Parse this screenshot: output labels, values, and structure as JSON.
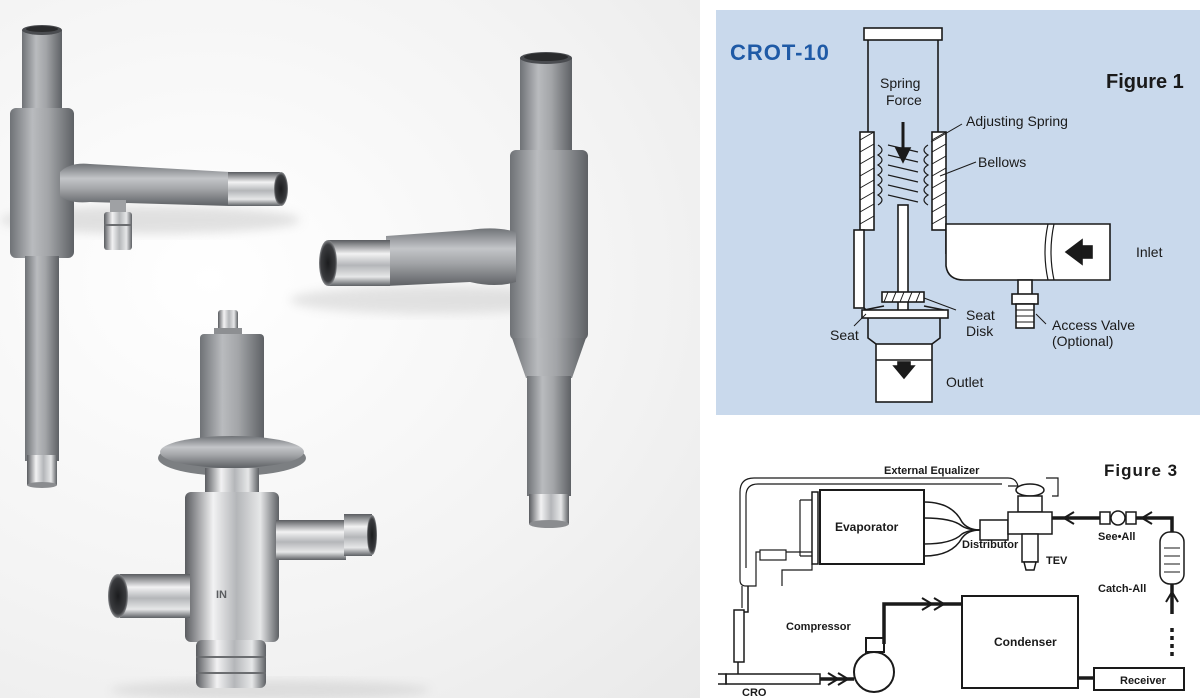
{
  "figure1": {
    "model": "CROT-10",
    "title": "Figure 1",
    "labels": {
      "spring_force_1": "Spring",
      "spring_force_2": "Force",
      "adjusting_spring": "Adjusting Spring",
      "bellows": "Bellows",
      "inlet": "Inlet",
      "seat": "Seat",
      "seat_disk_1": "Seat",
      "seat_disk_2": "Disk",
      "access_valve_1": "Access Valve",
      "access_valve_2": "(Optional)",
      "outlet": "Outlet"
    }
  },
  "figure3": {
    "title": "Figure 3",
    "labels": {
      "external_equalizer": "External Equalizer",
      "evaporator": "Evaporator",
      "distributor": "Distributor",
      "tev": "TEV",
      "see_all": "See•All",
      "catch_all": "Catch-All",
      "compressor": "Compressor",
      "condenser": "Condenser",
      "receiver": "Receiver",
      "cro": "CRO"
    }
  },
  "photo": {
    "valve_marking": "IN"
  },
  "colors": {
    "panel_blue": "#c9d9ec",
    "valve_gray": "#9a9c9f",
    "chrome": "#c9cacc",
    "title_blue": "#1f5aa6"
  }
}
